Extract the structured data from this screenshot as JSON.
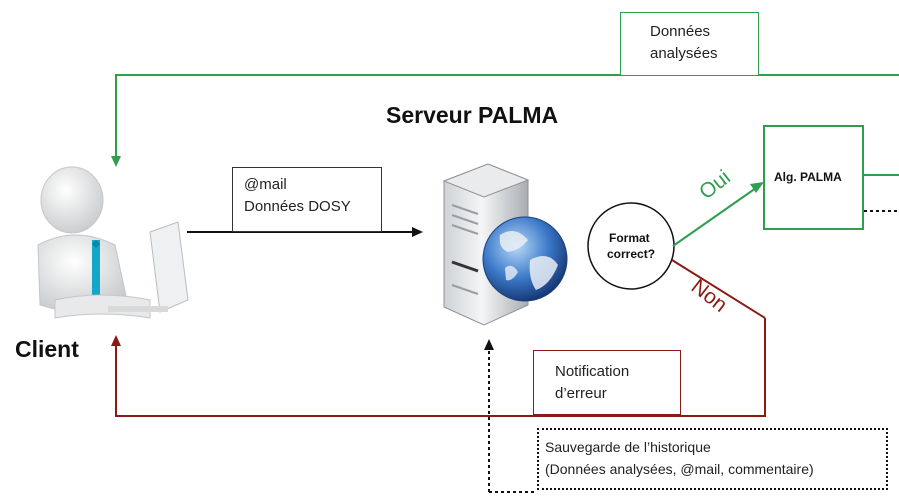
{
  "title": "Serveur PALMA",
  "client_label": "Client",
  "input_box": {
    "line1": "@mail",
    "line2": "Données DOSY"
  },
  "decision": {
    "line1": "Format",
    "line2": "correct?"
  },
  "branch_yes": "Oui",
  "branch_no": "Non",
  "algorithm_box": "Alg. PALMA",
  "output_box": {
    "line1": "Données",
    "line2": "analysées"
  },
  "error_box": {
    "line1": "Notification",
    "line2": "d’erreur"
  },
  "history_box": {
    "line1": "Sauvegarde de l’historique",
    "line2": "(Données analysées, @mail, commentaire)"
  },
  "colors": {
    "success": "#2e9e4f",
    "error": "#8b1a12",
    "neutral": "#111111"
  }
}
